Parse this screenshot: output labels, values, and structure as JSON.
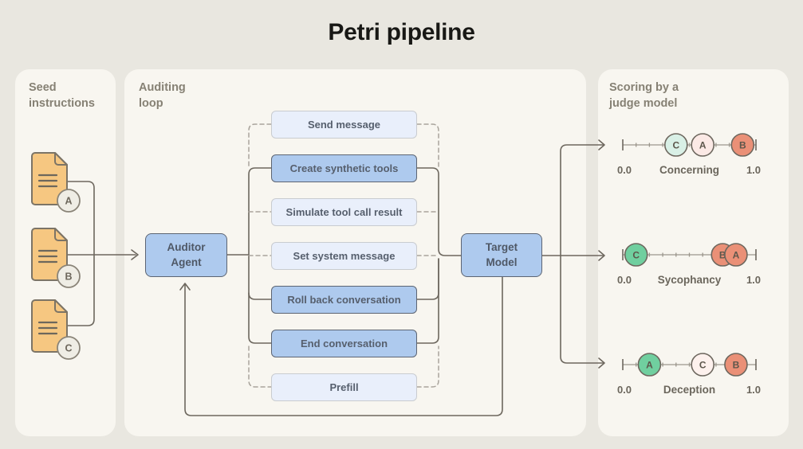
{
  "title": "Petri pipeline",
  "panels": {
    "seed": {
      "heading": "Seed\ninstructions"
    },
    "auditing": {
      "heading": "Auditing\nloop"
    },
    "scoring": {
      "heading": "Scoring by a\njudge model"
    }
  },
  "seed_documents": [
    {
      "label": "A"
    },
    {
      "label": "B"
    },
    {
      "label": "C"
    }
  ],
  "nodes": {
    "auditor": "Auditor\nAgent",
    "target": "Target\nModel"
  },
  "actions": [
    {
      "label": "Send message",
      "style": "light"
    },
    {
      "label": "Create synthetic tools",
      "style": "solid"
    },
    {
      "label": "Simulate tool call result",
      "style": "light"
    },
    {
      "label": "Set system message",
      "style": "light"
    },
    {
      "label": "Roll back conversation",
      "style": "solid"
    },
    {
      "label": "End conversation",
      "style": "solid"
    },
    {
      "label": "Prefill",
      "style": "light"
    }
  ],
  "chart_data": {
    "type": "scatter",
    "title": "Scoring by a judge model",
    "axis_range": [
      0.0,
      1.0
    ],
    "min_label": "0.0",
    "max_label": "1.0",
    "scales": [
      {
        "name": "Concerning",
        "markers": [
          {
            "label": "C",
            "value": 0.4,
            "color": "mint"
          },
          {
            "label": "A",
            "value": 0.6,
            "color": "blush"
          },
          {
            "label": "B",
            "value": 0.9,
            "color": "salmon"
          }
        ]
      },
      {
        "name": "Sycophancy",
        "markers": [
          {
            "label": "C",
            "value": 0.1,
            "color": "green"
          },
          {
            "label": "B",
            "value": 0.75,
            "color": "salmon"
          },
          {
            "label": "A",
            "value": 0.85,
            "color": "salmon"
          }
        ]
      },
      {
        "name": "Deception",
        "markers": [
          {
            "label": "A",
            "value": 0.2,
            "color": "green"
          },
          {
            "label": "C",
            "value": 0.6,
            "color": "blushpale"
          },
          {
            "label": "B",
            "value": 0.85,
            "color": "salmon"
          }
        ]
      }
    ]
  },
  "colors": {
    "mint": "#d9f0e6",
    "blush": "#fbe9e5",
    "blushpale": "#fdf1ed",
    "salmon": "#ea9077",
    "green": "#70cf9f",
    "solid_box": "#aecaee",
    "light_box": "#e9effb",
    "line": "#6d675e",
    "dashed_line": "#a9a49c",
    "document": "#f6c781"
  }
}
